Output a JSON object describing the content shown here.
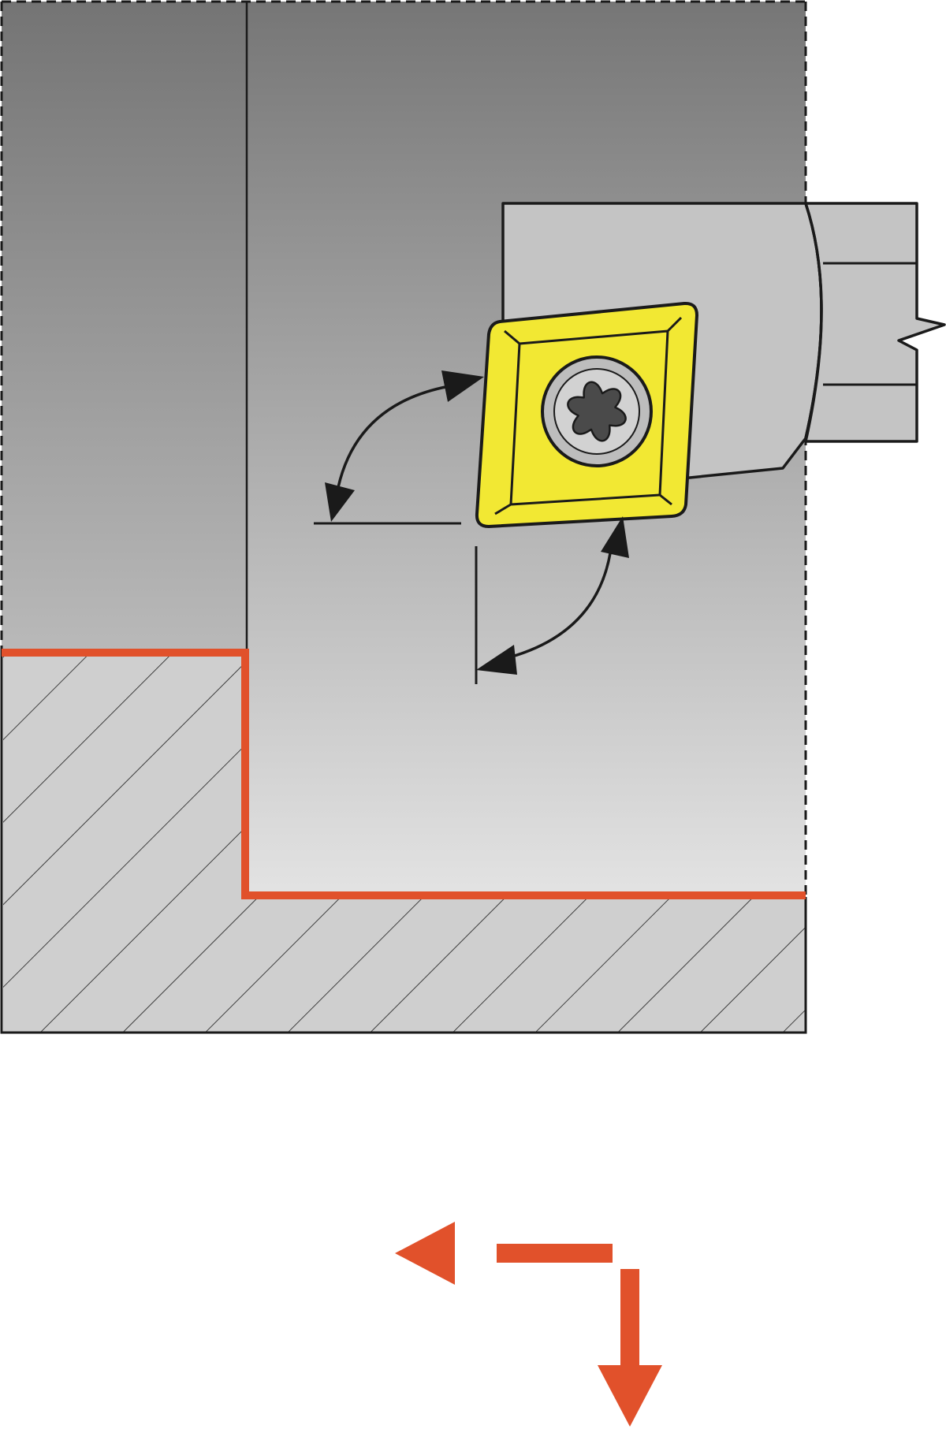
{
  "diagram": {
    "type": "turning-tool-cutting-diagram",
    "colors": {
      "background": "#ffffff",
      "chuck_gradient_top": "#7a7a7a",
      "chuck_gradient_bottom": "#e2e2e2",
      "workpiece_fill": "#cfcfcf",
      "tool_holder": "#c4c4c4",
      "insert_yellow": "#f2e833",
      "insert_outline": "#1a1a1a",
      "screw_ring": "#bdbdbd",
      "torx_dark": "#4a4a4a",
      "cut_path": "#e1512b",
      "feed_arrows": "#e1512b",
      "lines": "#1a1a1a"
    },
    "elements": {
      "chuck": "chuck-body",
      "workpiece": "hatched-workpiece",
      "holder": "tool-holder",
      "insert": "square-insert",
      "screw": "torx-clamp-screw",
      "angle_top": "approach-angle-arc",
      "angle_bottom": "clearance-angle-arc",
      "cut_path": "machined-contour",
      "feed_left": "axial-feed-arrow",
      "feed_down": "radial-feed-arrow"
    }
  }
}
